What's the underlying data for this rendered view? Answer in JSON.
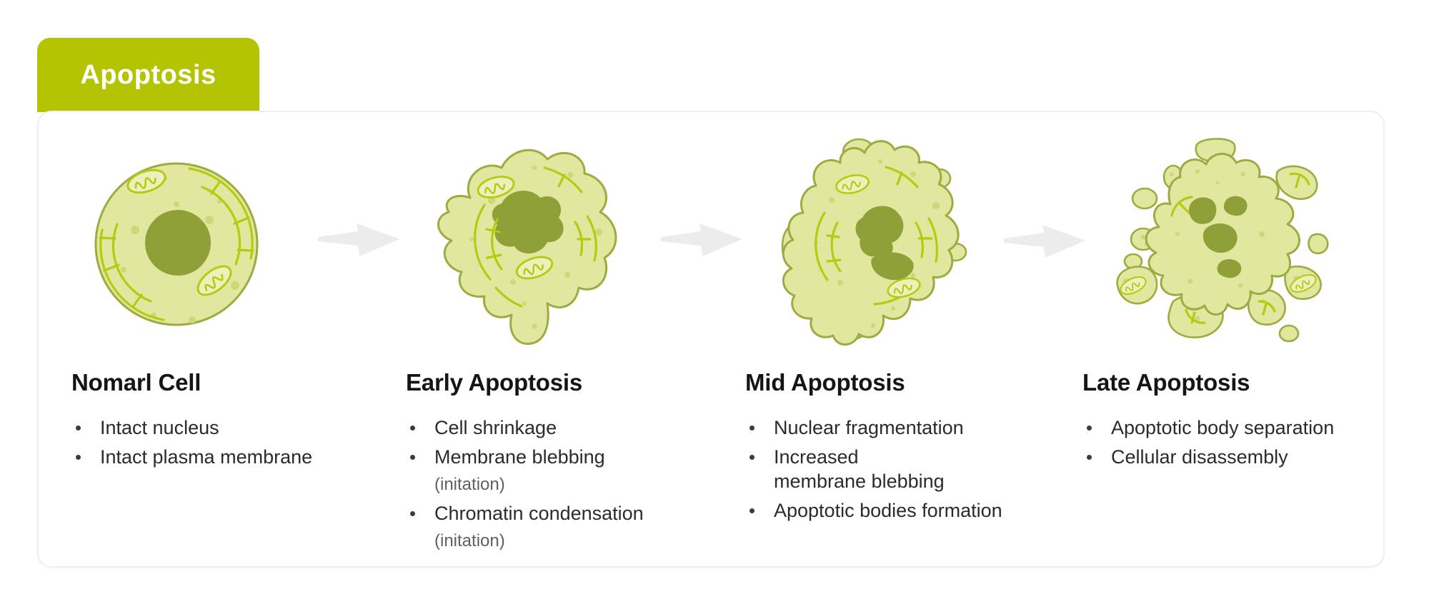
{
  "title": "Apoptosis",
  "colors": {
    "accent": "#b5c402",
    "cell_body": "#e1e79e",
    "cell_outline": "#9dab41",
    "nucleus": "#90a038",
    "organelle_line": "#b6cb10",
    "arrow": "#ececec",
    "heading_text": "#151515",
    "bullet_text": "#2b2b2b",
    "note_text": "#606060"
  },
  "stages": [
    {
      "name": "Nomarl Cell",
      "illustration": "normal-cell",
      "bullets": [
        {
          "text": "Intact nucleus"
        },
        {
          "text": "Intact plasma membrane"
        }
      ]
    },
    {
      "name": "Early Apoptosis",
      "illustration": "early-apoptosis-cell",
      "bullets": [
        {
          "text": "Cell shrinkage"
        },
        {
          "text": "Membrane blebbing",
          "note": "(initation)"
        },
        {
          "text": "Chromatin condensation",
          "note": "(initation)"
        }
      ]
    },
    {
      "name": "Mid Apoptosis",
      "illustration": "mid-apoptosis-cell",
      "bullets": [
        {
          "text": "Nuclear fragmentation"
        },
        {
          "text": "Increased membrane blebbing"
        },
        {
          "text": "Apoptotic bodies formation"
        }
      ]
    },
    {
      "name": "Late Apoptosis",
      "illustration": "late-apoptosis-cell",
      "bullets": [
        {
          "text": "Apoptotic body separation"
        },
        {
          "text": "Cellular disassembly"
        }
      ]
    }
  ]
}
